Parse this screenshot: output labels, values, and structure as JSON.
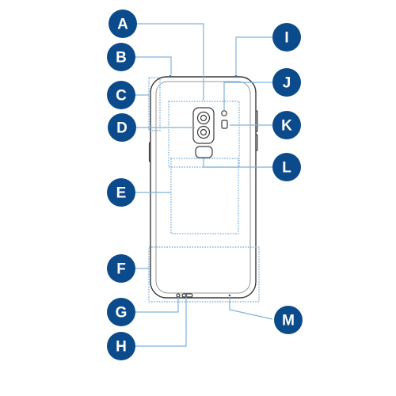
{
  "colors": {
    "badge": "#0b4a8b",
    "leader": "#7fb2dc",
    "outline": "#3a3a3a"
  },
  "labels": [
    "A",
    "B",
    "C",
    "D",
    "E",
    "F",
    "G",
    "H",
    "I",
    "J",
    "K",
    "L",
    "M"
  ]
}
